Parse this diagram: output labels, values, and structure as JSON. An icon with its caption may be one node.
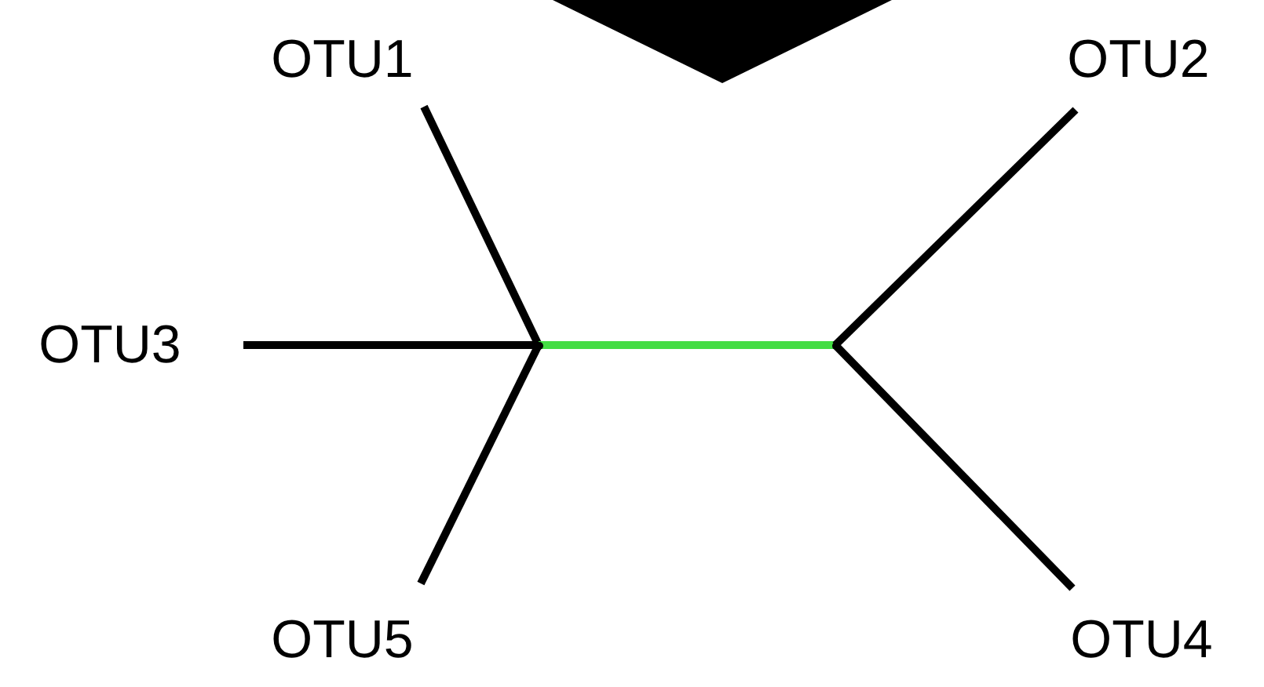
{
  "diagram": {
    "nodes": [
      {
        "text": [
          "OTU1"
        ]
      },
      {
        "text": [
          "OTU2"
        ]
      },
      {
        "text": [
          "OTU3"
        ]
      },
      {
        "text": [
          "OTU5"
        ]
      },
      {
        "text": [
          "OTU4"
        ]
      },
      {
        "text": [],
        "shape": "point"
      },
      {
        "text": [],
        "shape": "point"
      }
    ],
    "edges": [
      {
        "from": 0,
        "to": 5,
        "arrow": "none"
      },
      {
        "from": 2,
        "to": 5,
        "arrow": "none"
      },
      {
        "from": 3,
        "to": 5,
        "arrow": "none"
      },
      {
        "from": 5,
        "to": 6,
        "arrow": "none",
        "color": "#44dd44"
      },
      {
        "from": 6,
        "to": 1,
        "arrow": "none"
      },
      {
        "from": 6,
        "to": 4,
        "arrow": "none"
      }
    ]
  }
}
